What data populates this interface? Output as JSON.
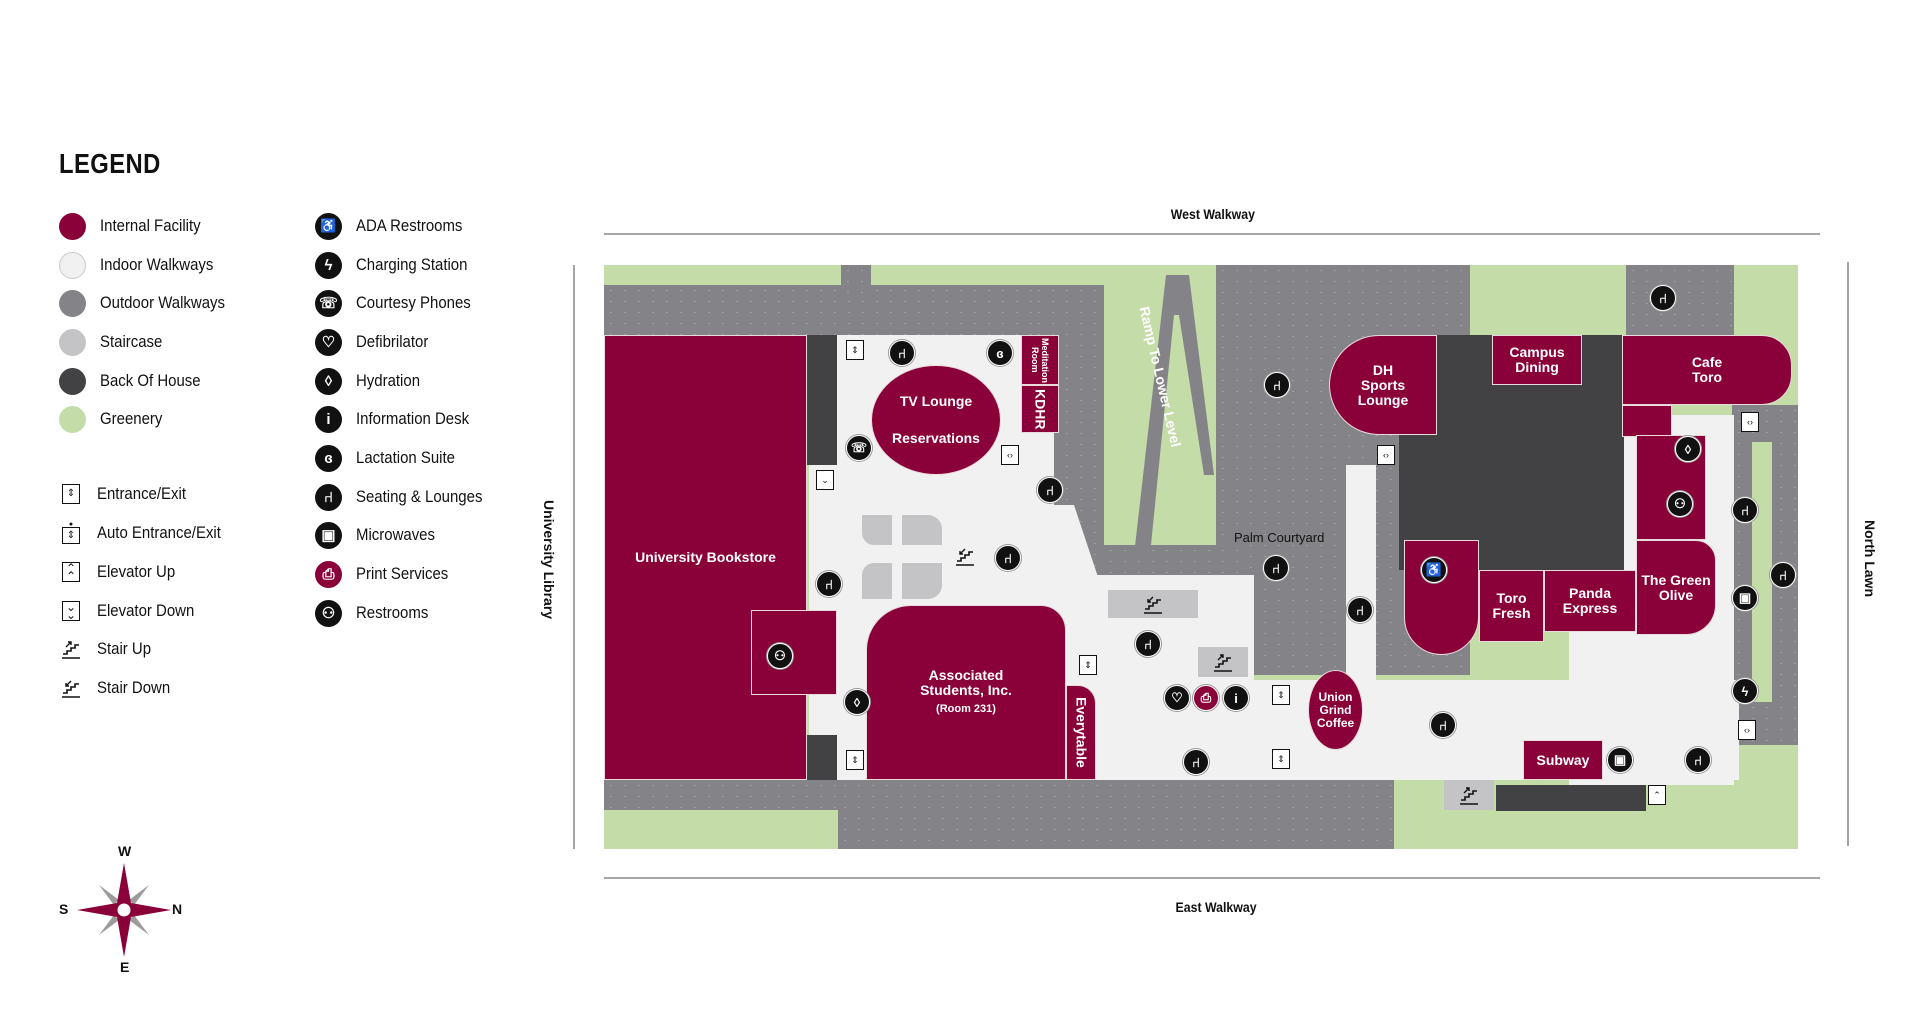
{
  "legend": {
    "title": "LEGEND",
    "areas": [
      {
        "label": "Internal Facility",
        "color": "#8a0038"
      },
      {
        "label": "Indoor Walkways",
        "color": "#f1f1f1"
      },
      {
        "label": "Outdoor Walkways",
        "color": "#848488"
      },
      {
        "label": "Staircase",
        "color": "#c4c4c6"
      },
      {
        "label": "Back Of House",
        "color": "#424245"
      },
      {
        "label": "Greenery",
        "color": "#c4dca8"
      }
    ],
    "access": [
      {
        "label": "Entrance/Exit",
        "icon": "entrance-exit-icon",
        "glyph": "⇕"
      },
      {
        "label": "Auto Entrance/Exit",
        "icon": "auto-entrance-exit-icon",
        "glyph": "⇕"
      },
      {
        "label": "Elevator Up",
        "icon": "elevator-up-icon",
        "glyph": "⌃"
      },
      {
        "label": "Elevator Down",
        "icon": "elevator-down-icon",
        "glyph": "⌄"
      },
      {
        "label": "Stair Up",
        "icon": "stair-up-icon",
        "glyph": "⬏"
      },
      {
        "label": "Stair Down",
        "icon": "stair-down-icon",
        "glyph": "⬐"
      }
    ],
    "amenities": [
      {
        "label": "ADA Restrooms",
        "icon": "ada-restroom-icon",
        "glyph": "♿"
      },
      {
        "label": "Charging Station",
        "icon": "charging-station-icon",
        "glyph": "ϟ"
      },
      {
        "label": "Courtesy Phones",
        "icon": "courtesy-phone-icon",
        "glyph": "☏"
      },
      {
        "label": "Defibrilator",
        "icon": "defibrillator-icon",
        "glyph": "♡"
      },
      {
        "label": "Hydration",
        "icon": "hydration-icon",
        "glyph": "💧"
      },
      {
        "label": "Information Desk",
        "icon": "information-desk-icon",
        "glyph": "i"
      },
      {
        "label": "Lactation Suite",
        "icon": "lactation-suite-icon",
        "glyph": "ɞ"
      },
      {
        "label": "Seating & Lounges",
        "icon": "seating-icon",
        "glyph": "⑁"
      },
      {
        "label": "Microwaves",
        "icon": "microwave-icon",
        "glyph": "▣"
      },
      {
        "label": "Print Services",
        "icon": "print-services-icon",
        "glyph": "⎙",
        "color": "#8a0038"
      },
      {
        "label": "Restrooms",
        "icon": "restroom-icon",
        "glyph": "⚇"
      }
    ]
  },
  "compass": {
    "top": "W",
    "bottom": "E",
    "left": "S",
    "right": "N",
    "color": "#8a0038",
    "secondary": "#9c9c9c"
  },
  "directions": {
    "top": "West Walkway",
    "bottom": "East Walkway",
    "left": "University Library",
    "right": "North Lawn"
  },
  "map": {
    "facilities": {
      "bookstore": "University Bookstore",
      "tv_lounge": "TV Lounge",
      "reservations": "Reservations",
      "meditation": "Meditation Room",
      "kdhr": "KDHR",
      "asi_line1": "Associated",
      "asi_line2": "Students, Inc.",
      "asi_room": "(Room 231)",
      "everytable": "Everytable",
      "dh_sports": "DH Sports Lounge",
      "campus_dining": "Campus Dining",
      "cafe_toro": "Cafe Toro",
      "toro_fresh": "Toro Fresh",
      "panda": "Panda Express",
      "green_olive": "The Green Olive",
      "union_grind": "Union Grind Coffee",
      "subway": "Subway"
    },
    "places": {
      "ramp": "Ramp To Lower Level",
      "palm": "Palm Courtyard"
    },
    "glyphs": {
      "seat": "⑁",
      "restroom": "⚇",
      "ada": "♿",
      "water": "💧",
      "bolt": "ϟ",
      "phone": "☏",
      "heart": "♡",
      "info": "i",
      "print": "⎙",
      "lact": "ɞ",
      "micro": "▣",
      "door": "⇕",
      "side": "‹|›",
      "elev_up": "⌃",
      "elev_down": "⌄",
      "stair_up": "⬏",
      "stair_down": "⬐"
    }
  }
}
